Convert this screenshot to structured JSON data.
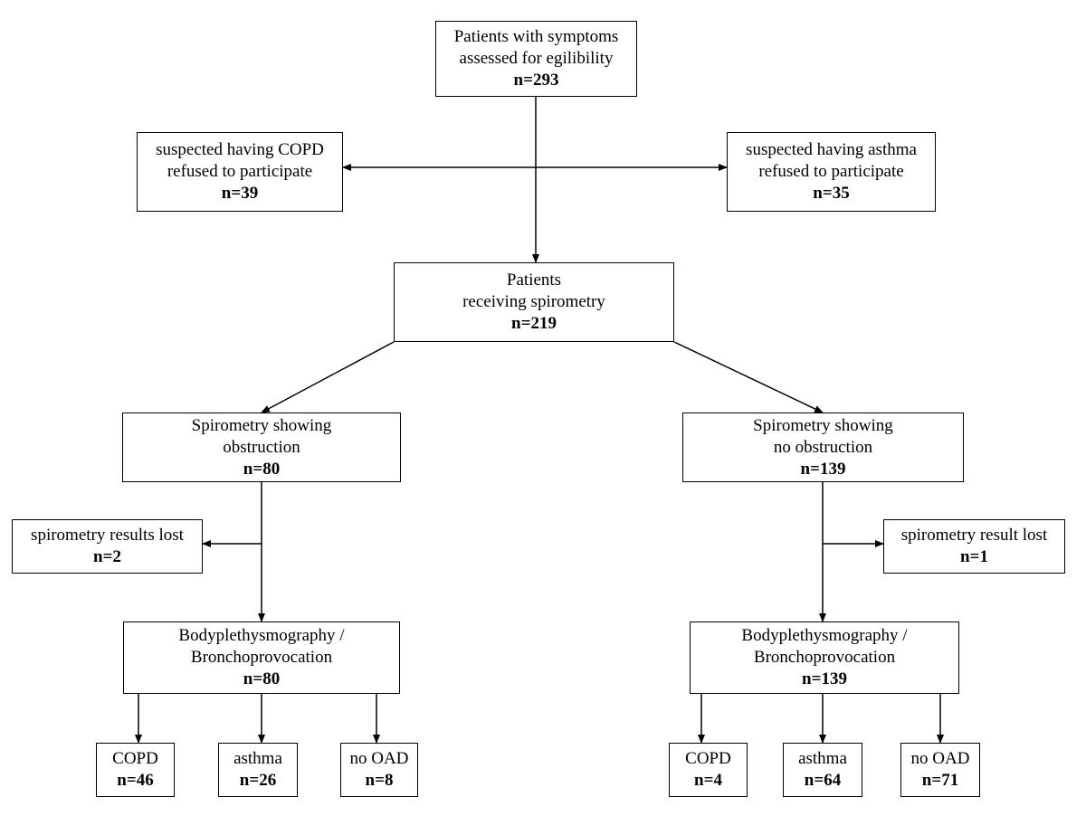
{
  "top": {
    "line1": "Patients with symptoms",
    "line2": "assessed for egilibility",
    "n": "n=293"
  },
  "refused_copd": {
    "line1": "suspected having COPD",
    "line2": "refused to participate",
    "n": "n=39"
  },
  "refused_asthma": {
    "line1": "suspected having asthma",
    "line2": "refused to participate",
    "n": "n=35"
  },
  "spirometry": {
    "line1": "Patients",
    "line2": "receiving spirometry",
    "n": "n=219"
  },
  "obstruction": {
    "line1": "Spirometry showing",
    "line2": "obstruction",
    "n": "n=80"
  },
  "no_obstruction": {
    "line1": "Spirometry showing",
    "line2": "no obstruction",
    "n": "n=139"
  },
  "lost_left": {
    "line1": "spirometry results lost",
    "n": "n=2"
  },
  "lost_right": {
    "line1": "spirometry result lost",
    "n": "n=1"
  },
  "body_left": {
    "line1": "Bodyplethysmography /",
    "line2": "Bronchoprovocation",
    "n": "n=80"
  },
  "body_right": {
    "line1": "Bodyplethysmography /",
    "line2": "Bronchoprovocation",
    "n": "n=139"
  },
  "outcomes_left": [
    {
      "label": "COPD",
      "n": "n=46"
    },
    {
      "label": "asthma",
      "n": "n=26"
    },
    {
      "label": "no OAD",
      "n": "n=8"
    }
  ],
  "outcomes_right": [
    {
      "label": "COPD",
      "n": "n=4"
    },
    {
      "label": "asthma",
      "n": "n=64"
    },
    {
      "label": "no OAD",
      "n": "n=71"
    }
  ]
}
